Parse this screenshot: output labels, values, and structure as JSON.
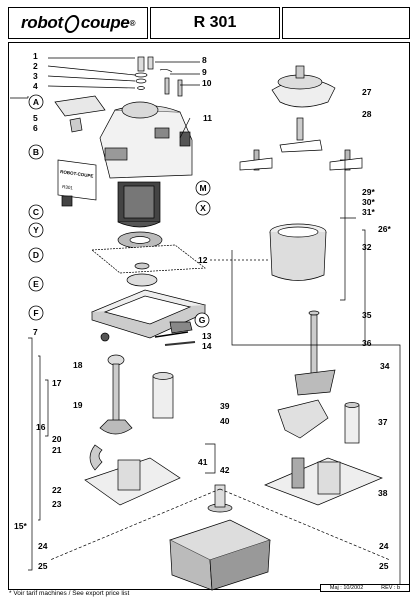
{
  "header": {
    "brand_left": "robot",
    "brand_right": "coupe",
    "brand_mark": "®",
    "model": "R 301",
    "blank": ""
  },
  "footer": {
    "note": "* Voir tarif machines / See export price list",
    "date_label": "Maj : 10/2002",
    "rev_label": "REV : b"
  },
  "callouts": {
    "n1": "1",
    "n2": "2",
    "n3": "3",
    "n4": "4",
    "n5": "5",
    "n6": "6",
    "n7": "7",
    "n8": "8",
    "n9": "9",
    "n10": "10",
    "n11": "11",
    "n12": "12",
    "n13": "13",
    "n14": "14",
    "n15": "15*",
    "n16": "16",
    "n17": "17",
    "n18": "18",
    "n19": "19",
    "n20": "20",
    "n21": "21",
    "n22": "22",
    "n23": "23",
    "n24a": "24",
    "n24b": "24",
    "n25a": "25",
    "n25b": "25",
    "n26": "26*",
    "n27": "27",
    "n28": "28",
    "n29": "29*",
    "n30": "30*",
    "n31": "31*",
    "n32": "32",
    "n34": "34",
    "n35": "35",
    "n36": "36",
    "n37": "37",
    "n38": "38",
    "n39": "39",
    "n40": "40",
    "n41": "41",
    "n42": "42"
  },
  "letters": {
    "A": "A",
    "B": "B",
    "C": "C",
    "D": "D",
    "E": "E",
    "F": "F",
    "G": "G",
    "M": "M",
    "X": "X",
    "Y": "Y"
  },
  "plate": {
    "line1": "ROBOT-COUPE",
    "line2": "R301"
  }
}
